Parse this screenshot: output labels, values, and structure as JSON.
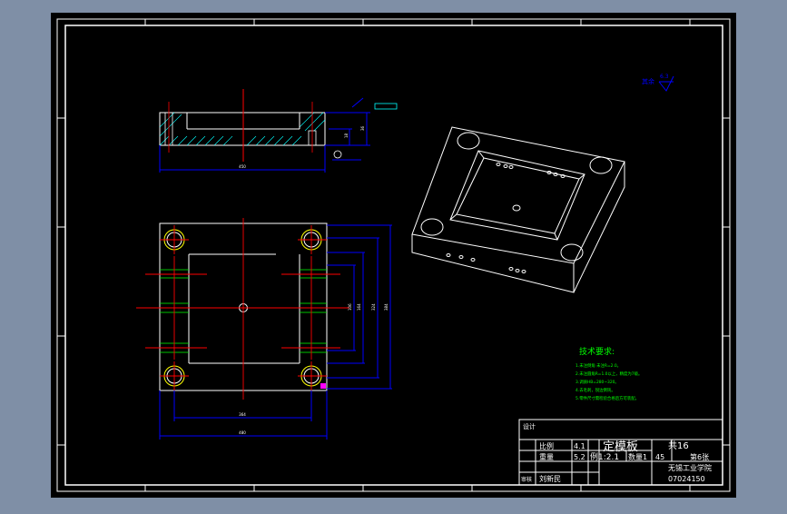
{
  "theme": {
    "viewport_bg": "#7f8fa6",
    "canvas_bg": "#000000",
    "frame": "#ffffff",
    "centerline": "#ff0000",
    "dimension": "#0000ff",
    "hatch": "#00ffff",
    "hole": "#ffff00",
    "note": "#00ff00"
  },
  "drawing": {
    "surface_finish": {
      "label": "其余",
      "value": "6.3"
    },
    "dimensions": {
      "top_view_width": "450",
      "top_view_height": "36",
      "section_depth": "18",
      "plan_inner": "364",
      "plan_outer": "480",
      "plan_right_1": "106",
      "plan_right_2": "164",
      "plan_right_3": "324",
      "plan_right_4": "384"
    },
    "technical_requirements": {
      "title": "技术要求:",
      "items": [
        "1.未注倒角 未注R=2.0。",
        "2.未注圆角R=1.0以上，精度为7级。",
        "3.调质HB=280~320。",
        "4.去毛刺，锐边倒钝。",
        "5.零件尺寸需检验合格后方可装配。"
      ]
    },
    "title_block": {
      "part_name": "定模板",
      "total_sheets": "共16",
      "sheet_no": "第6张",
      "scale": "例1:2.1",
      "quantity": "数量1",
      "material": "45",
      "school": "无锡工业学院",
      "drawing_no": "07024150",
      "designer_label": "设计",
      "designer": "刘新民",
      "checker_label": "审核",
      "row1": "比例",
      "row1_value": "4.1",
      "row2": "重量",
      "row2_value": "5.2"
    }
  }
}
